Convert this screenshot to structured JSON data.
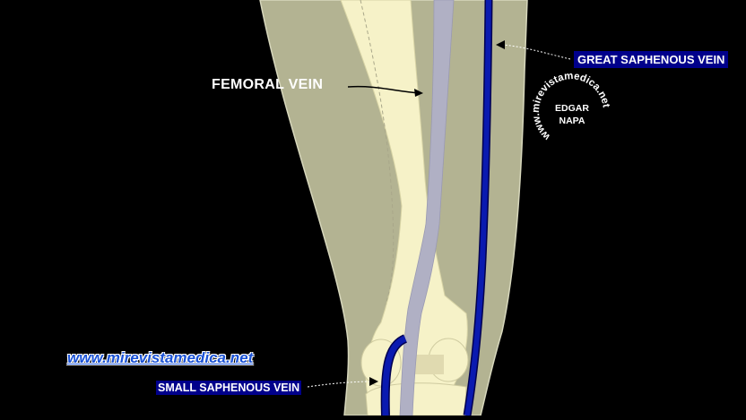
{
  "labels": {
    "femoral_vein": "FEMORAL VEIN",
    "great_saphenous_vein": "GREAT SAPHENOUS VEIN",
    "small_saphenous_vein": "SMALL SAPHENOUS VEIN",
    "website": "www.mirevistamedica.net"
  },
  "seal": {
    "ring_text": "www.mirevistamedica.net",
    "name_line1": "EDGAR",
    "name_line2": "NAPA"
  },
  "colors": {
    "background": "#000000",
    "leg": "#b3b392",
    "bone": "#f6f2c8",
    "femoral_vein": "#b0b0c4",
    "saphenous_vein": "#0a1ab0",
    "label_box": "#00008b",
    "website_text": "#1a52d6"
  }
}
